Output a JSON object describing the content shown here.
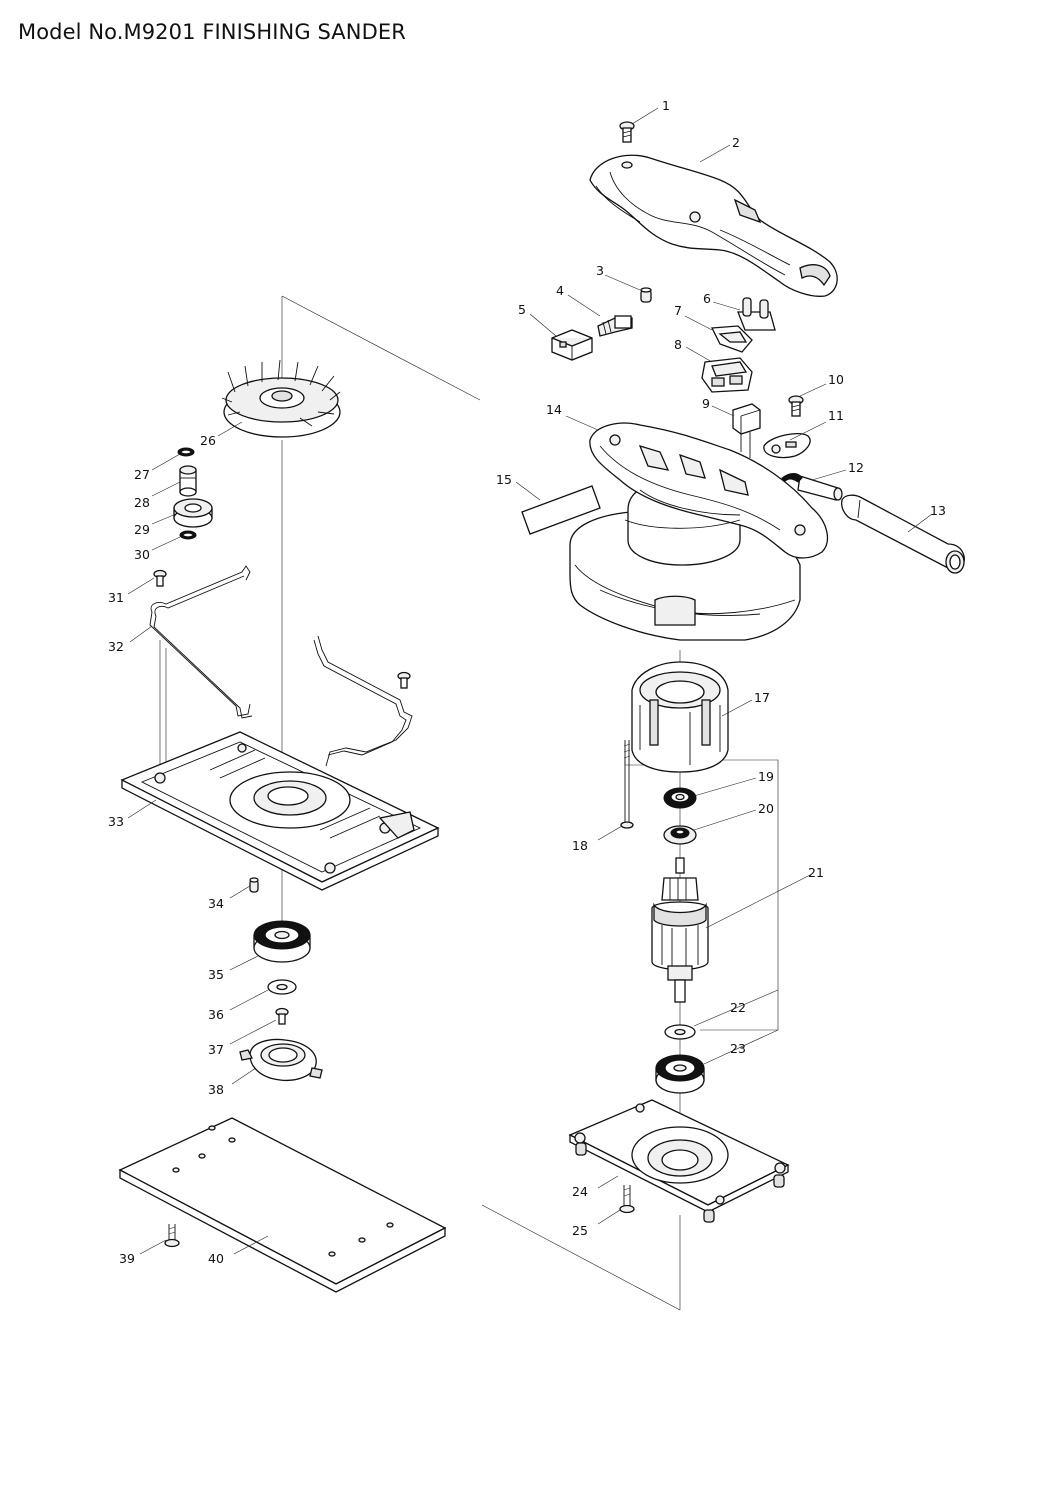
{
  "title": "Model No.M9201 FINISHING SANDER",
  "labels": {
    "p1": "1",
    "p2": "2",
    "p3": "3",
    "p4": "4",
    "p5": "5",
    "p6": "6",
    "p7": "7",
    "p8": "8",
    "p9": "9",
    "p10": "10",
    "p11": "11",
    "p12": "12",
    "p13": "13",
    "p14": "14",
    "p15": "15",
    "p17": "17",
    "p18": "18",
    "p19": "19",
    "p20": "20",
    "p21": "21",
    "p22": "22",
    "p23": "23",
    "p24": "24",
    "p25": "25",
    "p26": "26",
    "p27": "27",
    "p28": "28",
    "p29": "29",
    "p30": "30",
    "p31": "31",
    "p32": "32",
    "p33": "33",
    "p34": "34",
    "p35": "35",
    "p36": "36",
    "p37": "37",
    "p38": "38",
    "p39": "39",
    "p40": "40"
  }
}
